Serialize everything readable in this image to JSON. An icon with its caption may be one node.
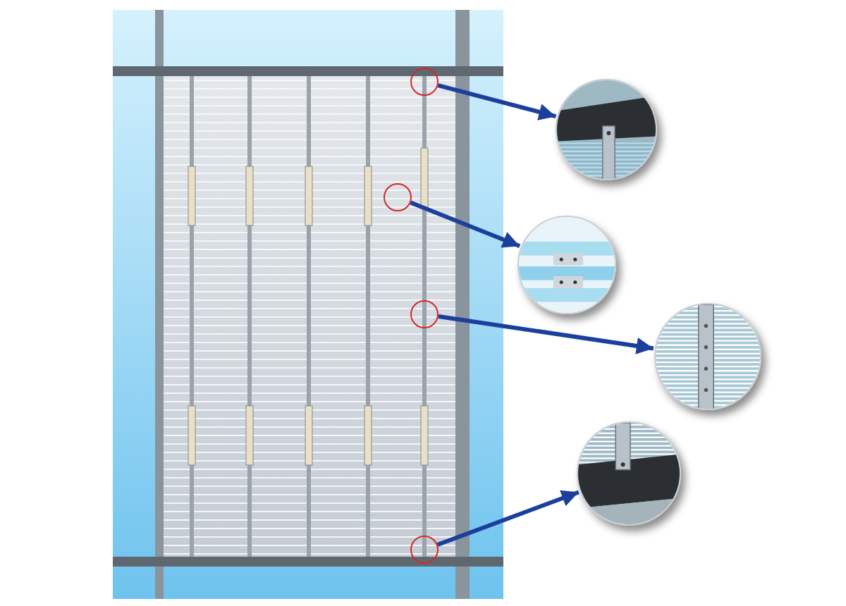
{
  "diagram": {
    "nodes": [
      {
        "text": [],
        "shape": "picture"
      },
      {
        "text": [],
        "shape": "circle",
        "in": 0
      },
      {
        "text": [],
        "shape": "circle",
        "in": 0
      },
      {
        "text": [],
        "shape": "circle",
        "in": 0
      },
      {
        "text": [],
        "shape": "circle",
        "in": 0
      },
      {
        "text": [],
        "shape": "picture"
      },
      {
        "text": [],
        "shape": "picture"
      },
      {
        "text": [],
        "shape": "picture"
      },
      {
        "text": [],
        "shape": "picture"
      }
    ],
    "edges": [
      {
        "from": 1,
        "to": 5,
        "arrow": "to"
      },
      {
        "from": 2,
        "to": 6,
        "arrow": "to"
      },
      {
        "from": 3,
        "to": 7,
        "arrow": "to"
      },
      {
        "from": 4,
        "to": 8,
        "arrow": "to"
      }
    ]
  }
}
